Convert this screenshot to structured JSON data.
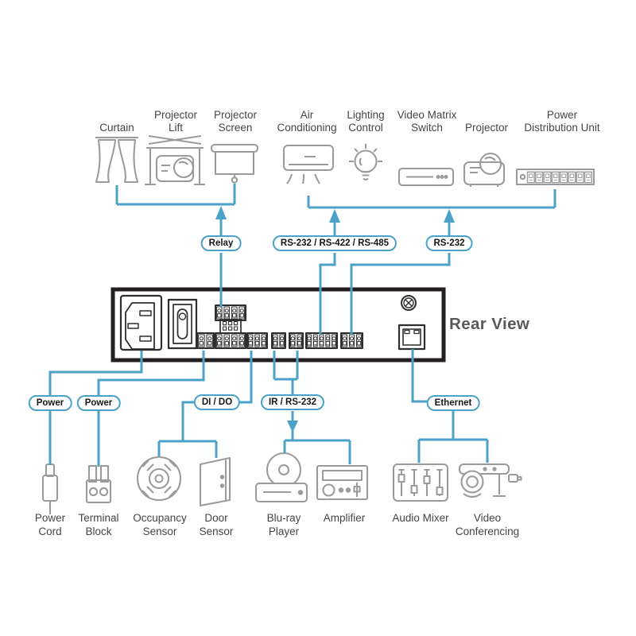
{
  "panel": {
    "rear_view_label": "Rear View"
  },
  "ports": {
    "relay": "Relay",
    "multi_serial": "RS-232 / RS-422 / RS-485",
    "serial": "RS-232",
    "power_1": "Power",
    "power_2": "Power",
    "di_do": "DI / DO",
    "ir_serial": "IR / RS-232",
    "ethernet": "Ethernet"
  },
  "top_devices": [
    [
      "Curtain"
    ],
    [
      "Projector",
      "Lift"
    ],
    [
      "Projector",
      "Screen"
    ],
    [
      "Air",
      "Conditioning"
    ],
    [
      "Lighting",
      "Control"
    ],
    [
      "Video Matrix",
      "Switch"
    ],
    [
      "Projector"
    ],
    [
      "Power",
      "Distribution Unit"
    ]
  ],
  "bottom_devices": [
    [
      "Power",
      "Cord"
    ],
    [
      "Terminal",
      "Block"
    ],
    [
      "Occupancy",
      "Sensor"
    ],
    [
      "Door",
      "Sensor"
    ],
    [
      "Blu-ray",
      "Player"
    ],
    [
      "Amplifier"
    ],
    [
      "Audio Mixer"
    ],
    [
      "Video",
      "Conferencing"
    ]
  ],
  "colors": {
    "line_blue": "#4ba2c8",
    "icon_gray": "#9b9b9b",
    "panel_dark": "#231f20",
    "label_text": "#454545"
  }
}
